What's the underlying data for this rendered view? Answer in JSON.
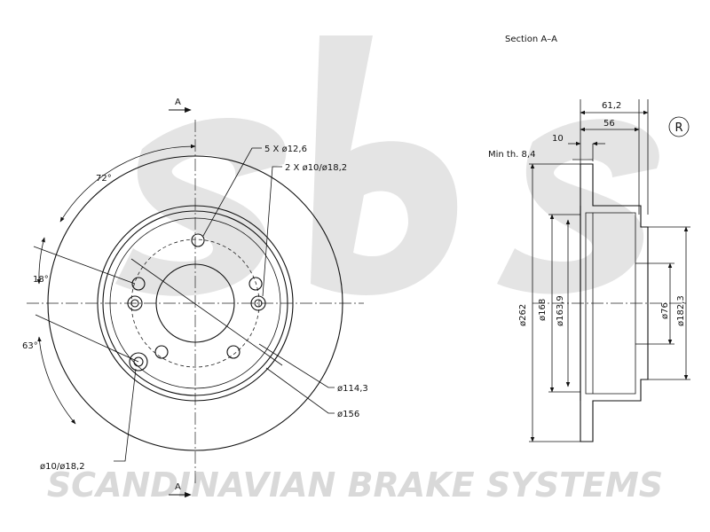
{
  "section_title": "Section A–A",
  "section_marker": "A",
  "brand": {
    "logo_text": "sbs",
    "registered_mark": "R",
    "tagline": "SCANDINAVIAN BRAKE SYSTEMS"
  },
  "front_view": {
    "angle_72": "72°",
    "angle_18": "18°",
    "angle_63": "63°",
    "bolt_holes": "5 X ø12,6",
    "pin_holes": "2 X ø10/ø18,2",
    "pcd": "ø114,3",
    "hub_ring": "ø156",
    "threaded_hole": "ø10/ø18,2"
  },
  "section_view": {
    "total_height": "61,2",
    "hat_height": "56",
    "disc_thickness": "10",
    "min_thickness_label": "Min  th.  8,4",
    "outer_diameter": "ø262",
    "friction_inner": "ø168",
    "hat_inner": "ø163,9",
    "center_bore": "ø76",
    "hat_outer": "ø182,3"
  }
}
